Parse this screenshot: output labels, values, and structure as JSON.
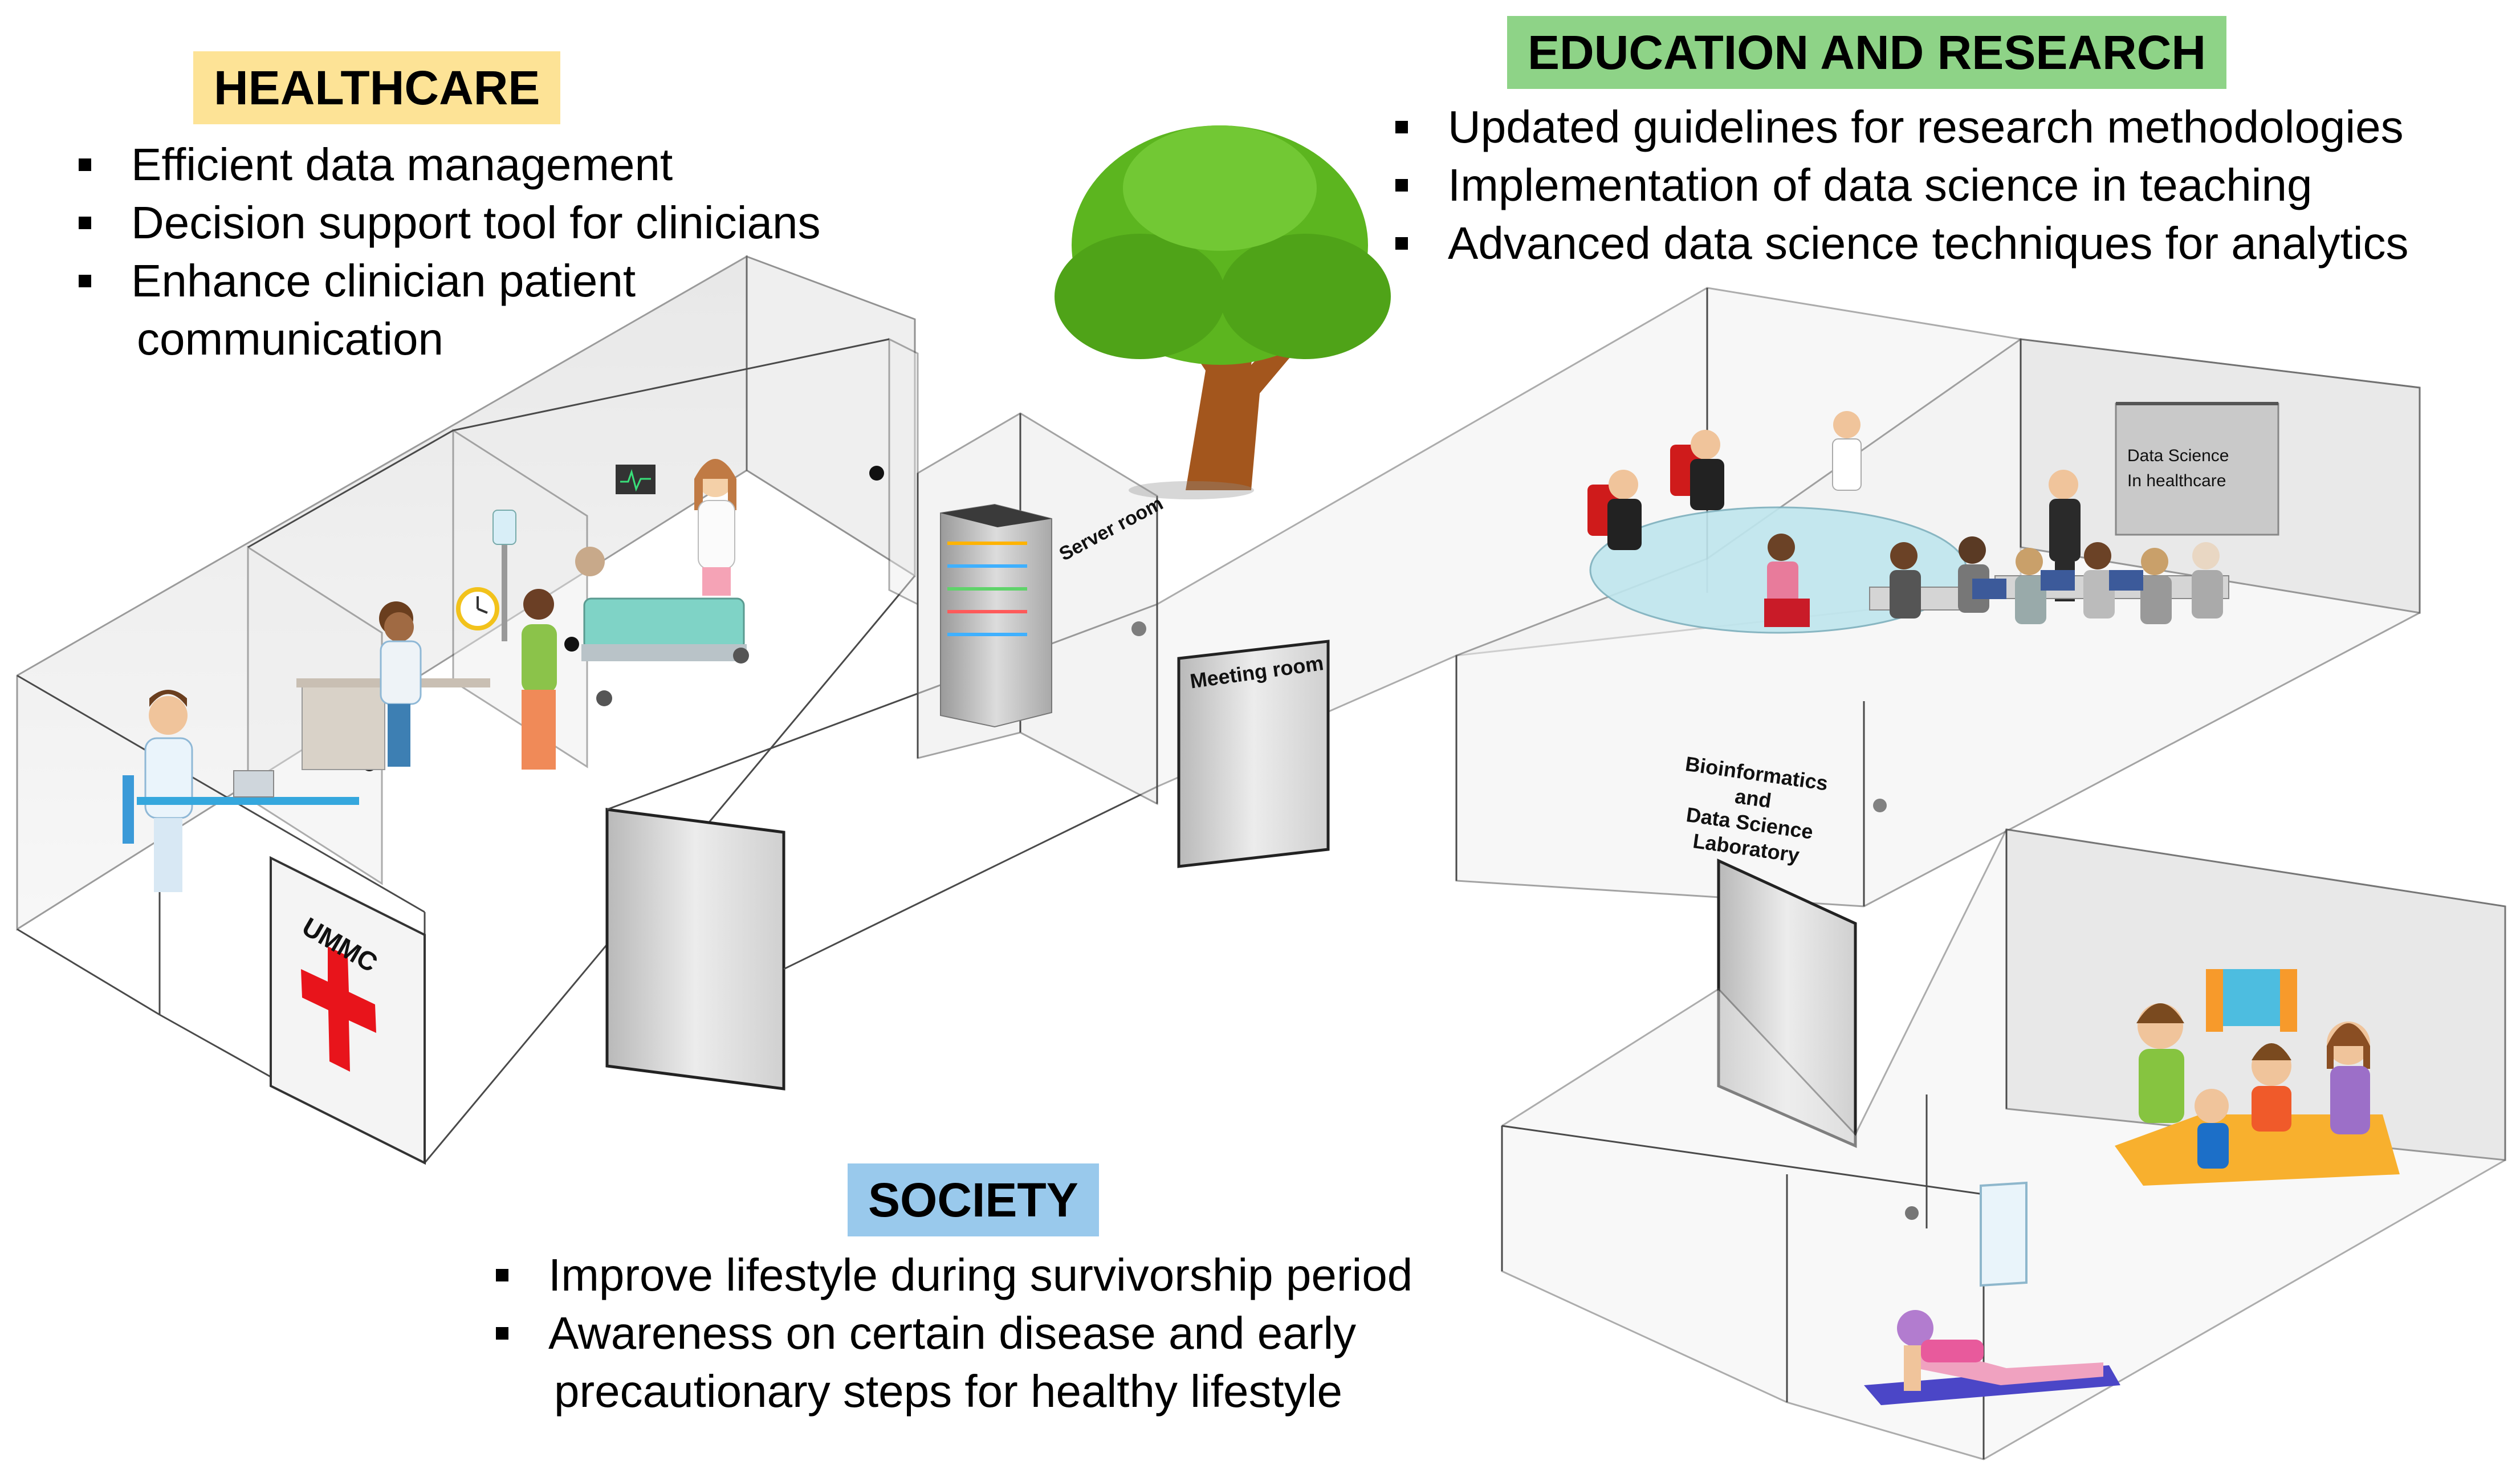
{
  "healthcare": {
    "title": "HEALTHCARE",
    "bullets": [
      "Efficient data management",
      "Decision support tool for clinicians",
      "Enhance clinician patient"
    ],
    "bullet3_continuation": "communication"
  },
  "education": {
    "title": "EDUCATION AND RESEARCH",
    "bullets": [
      "Updated guidelines for research methodologies",
      "Implementation of data science in teaching",
      "Advanced data science techniques for analytics"
    ]
  },
  "society": {
    "title": "SOCIETY",
    "bullets": [
      "Improve lifestyle during survivorship period",
      "Awareness on certain disease and early"
    ],
    "bullet2_continuation": "precautionary steps for healthy lifestyle"
  },
  "rooms": {
    "server": "Server room",
    "meeting": "Meeting room",
    "ummc": "UMMC",
    "lab_line1": "Bioinformatics",
    "lab_line2": "and",
    "lab_line3": "Data Science",
    "lab_line4": "Laboratory",
    "board_line1": "Data Science",
    "board_line2": "In healthcare"
  },
  "colors": {
    "healthcare_title_bg": "#fde396",
    "education_title_bg": "#8ed387",
    "society_title_bg": "#99c9ec",
    "red_cross": "#e8141b",
    "tree_leaves": "#5cb51f",
    "tree_trunk": "#a3561d"
  },
  "icons": [
    "red-cross-icon",
    "tree-illustration",
    "server-rack-icon",
    "clock-icon",
    "doctor-figure",
    "patient-bed",
    "meeting-table",
    "audience-group",
    "family-dining",
    "yoga-figure"
  ]
}
